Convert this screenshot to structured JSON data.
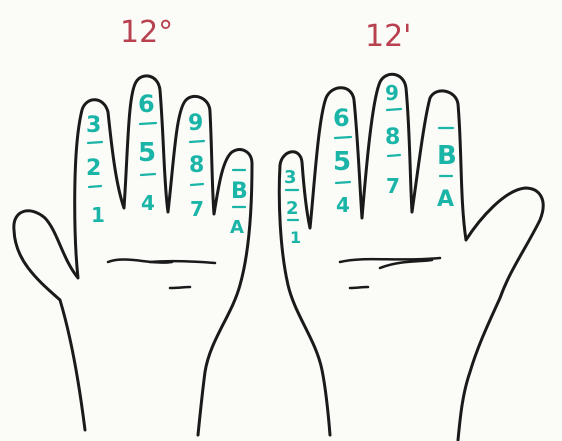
{
  "colors": {
    "outline": "#1a1a1a",
    "title": "#b8414f",
    "digits": "#1bb5a8",
    "background": "#fbfbf8"
  },
  "left_hand": {
    "title": "12°",
    "index": [
      "3",
      "2",
      "1"
    ],
    "middle": [
      "6",
      "5",
      "4"
    ],
    "ring": [
      "9",
      "8",
      "7"
    ],
    "little": [
      "B",
      "A"
    ]
  },
  "right_hand": {
    "title": "12'",
    "little": [
      "3",
      "2",
      "1"
    ],
    "ring": [
      "6",
      "5",
      "4"
    ],
    "middle": [
      "9",
      "8",
      "7"
    ],
    "index": [
      "B",
      "A"
    ]
  }
}
